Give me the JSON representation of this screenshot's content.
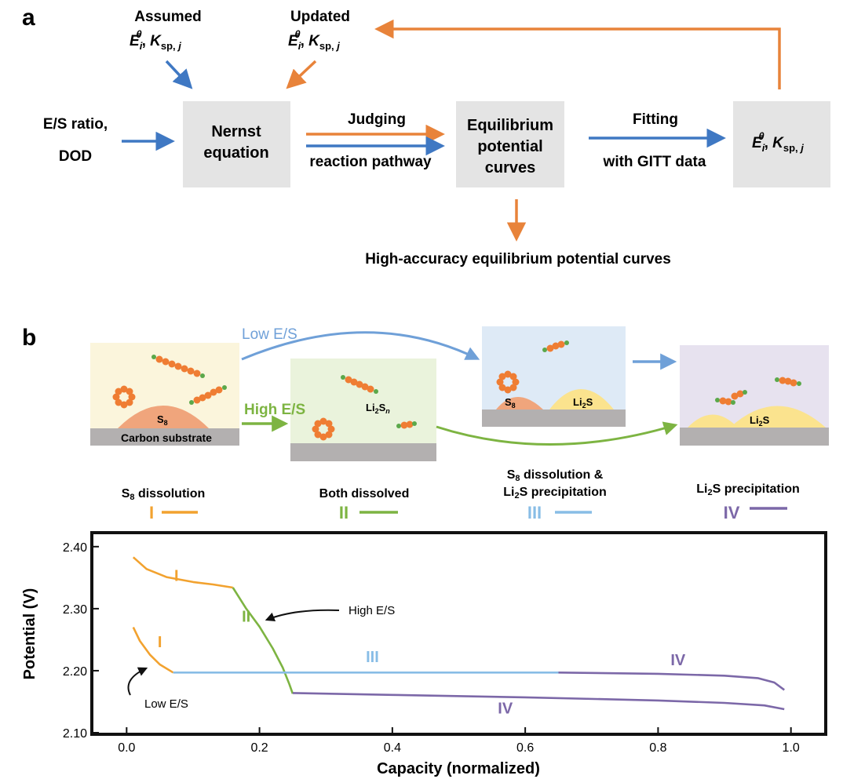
{
  "panel_a": {
    "label": "a",
    "assumed_label": "Assumed",
    "updated_label": "Updated",
    "param_sep": ", ",
    "param_E": "E",
    "param_i": "i",
    "param_theta": "θ",
    "param_K": "K",
    "param_sp": "sp, ",
    "param_j": "j",
    "input_line1": "E/S ratio,",
    "input_line2": "DOD",
    "box_nernst": [
      "Nernst",
      "equation"
    ],
    "judging_top": "Judging",
    "judging_bottom": "reaction pathway",
    "box_equilibrium": [
      "Equilibrium",
      "potential",
      "curves"
    ],
    "fitting_top": "Fitting",
    "fitting_bottom": "with GITT data",
    "output": "High-accuracy equilibrium potential curves",
    "colors": {
      "blue": "#3f78c3",
      "orange": "#e8833a",
      "box": "#e4e4e4"
    }
  },
  "panel_b": {
    "label": "b",
    "low_es": "Low E/S",
    "high_es": "High E/S",
    "carbon_substrate": "Carbon substrate",
    "s8": "S",
    "s8_sub": "8",
    "li2sn": {
      "a": "Li",
      "b": "2",
      "c": "S",
      "d": "n"
    },
    "li2s": {
      "a": "Li",
      "b": "2",
      "c": "S"
    },
    "stages": [
      {
        "roman": "I",
        "color": "#f2a22f"
      },
      {
        "roman": "II",
        "color": "#7db442"
      },
      {
        "roman": "III",
        "color": "#88bde6"
      },
      {
        "roman": "IV",
        "color": "#7c68a8"
      }
    ],
    "stage_labels": {
      "s1": {
        "a": "S",
        "b": "8",
        "c": " dissolution"
      },
      "s2": "Both dissolved",
      "s3_line1": {
        "a": "S",
        "b": "8",
        "c": " dissolution &"
      },
      "s3_line2": {
        "a": "Li",
        "b": "2",
        "c": "S precipitation"
      },
      "s4": {
        "a": "Li",
        "b": "2",
        "c": "S precipitation"
      }
    },
    "box_colors": [
      "#fbf5dc",
      "#eaf3dc",
      "#deeaf6",
      "#e7e2ef"
    ],
    "substrate_color": "#b3b0b0",
    "particle_color": "#ef7d33",
    "li_color": "#5ba84a",
    "s8_color": "#f0a57c",
    "li2s_color": "#fbe38e"
  },
  "chart_data": {
    "type": "line",
    "xlabel": "Capacity (normalized)",
    "ylabel": "Potential (V)",
    "xlim": [
      -0.05,
      1.05
    ],
    "ylim": [
      2.1,
      2.42
    ],
    "xticks": [
      "0.0",
      "0.2",
      "0.4",
      "0.6",
      "0.8",
      "1.0"
    ],
    "xtick_values": [
      0.0,
      0.2,
      0.4,
      0.6,
      0.8,
      1.0
    ],
    "yticks": [
      "2.10",
      "2.20",
      "2.30",
      "2.40"
    ],
    "ytick_values": [
      2.1,
      2.2,
      2.3,
      2.4
    ],
    "series": [
      {
        "stage": "I",
        "color": "#f2a22f",
        "x": [
          0.01,
          0.03,
          0.06,
          0.1,
          0.13,
          0.16
        ],
        "y": [
          2.383,
          2.364,
          2.351,
          2.343,
          2.339,
          2.334
        ]
      },
      {
        "stage": "II",
        "color": "#7db442",
        "x": [
          0.16,
          0.18,
          0.2,
          0.22,
          0.235,
          0.245,
          0.25
        ],
        "y": [
          2.334,
          2.3,
          2.271,
          2.236,
          2.205,
          2.178,
          2.163
        ]
      },
      {
        "stage": "IV",
        "color": "#7c68a8",
        "x": [
          0.25,
          0.4,
          0.6,
          0.8,
          0.9,
          0.96,
          0.99
        ],
        "y": [
          2.164,
          2.161,
          2.157,
          2.152,
          2.148,
          2.144,
          2.138
        ]
      },
      {
        "stage": "I",
        "color": "#f2a22f",
        "x": [
          0.01,
          0.02,
          0.035,
          0.05,
          0.07
        ],
        "y": [
          2.27,
          2.248,
          2.226,
          2.21,
          2.197
        ]
      },
      {
        "stage": "III",
        "color": "#88bde6",
        "x": [
          0.07,
          0.3,
          0.5,
          0.65
        ],
        "y": [
          2.197,
          2.197,
          2.197,
          2.197
        ]
      },
      {
        "stage": "IV",
        "color": "#7c68a8",
        "x": [
          0.65,
          0.8,
          0.9,
          0.95,
          0.975,
          0.99
        ],
        "y": [
          2.197,
          2.195,
          2.192,
          2.188,
          2.181,
          2.169
        ]
      }
    ],
    "annotations": {
      "high": "High E/S",
      "low": "Low E/S",
      "stage_marks": [
        {
          "text": "I",
          "x": 0.075,
          "y": 2.345,
          "color": "#f2a22f"
        },
        {
          "text": "II",
          "x": 0.18,
          "y": 2.279,
          "color": "#7db442"
        },
        {
          "text": "I",
          "x": 0.05,
          "y": 2.238,
          "color": "#f2a22f"
        },
        {
          "text": "III",
          "x": 0.37,
          "y": 2.214,
          "color": "#88bde6"
        },
        {
          "text": "IV",
          "x": 0.83,
          "y": 2.209,
          "color": "#7c68a8"
        },
        {
          "text": "IV",
          "x": 0.57,
          "y": 2.131,
          "color": "#7c68a8"
        }
      ]
    }
  }
}
